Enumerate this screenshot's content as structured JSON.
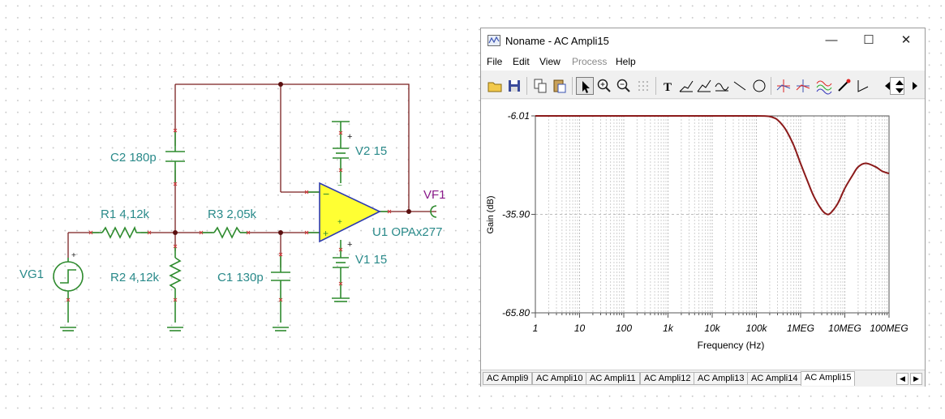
{
  "schematic": {
    "labels": {
      "c2": "C2 180p",
      "r1": "R1 4,12k",
      "r3": "R3 2,05k",
      "r2": "R2 4,12k",
      "c1": "C1 130p",
      "vg1": "VG1",
      "v2": "V2 15",
      "v1": "V1 15",
      "vf1": "VF1",
      "u1": "U1 OPAx277"
    }
  },
  "window": {
    "title": "Noname - AC Ampli15",
    "buttons": {
      "minimize": "—",
      "maximize": "☐",
      "close": "✕"
    },
    "menu": [
      "File",
      "Edit",
      "View",
      "Process",
      "Help"
    ],
    "menu_disabled": [
      "Process"
    ],
    "toolbar_icons": [
      "open-icon",
      "save-icon",
      "copy-icon",
      "paste-icon",
      "pointer-icon",
      "zoom-in-icon",
      "zoom-out-icon",
      "grid-icon",
      "text-icon",
      "cursor-a-icon",
      "cursor-b-icon",
      "label-icon",
      "line-icon",
      "circle-icon",
      "marker-a-icon",
      "marker-b-icon",
      "waveforms-icon",
      "probe-icon",
      "measure-icon",
      "scroll-left-icon",
      "scroll-updown-icon",
      "scroll-right-icon"
    ],
    "tabs": [
      "AC Ampli9",
      "AC Ampli10",
      "AC Ampli11",
      "AC Ampli12",
      "AC Ampli13",
      "AC Ampli14",
      "AC Ampli15"
    ],
    "active_tab": "AC Ampli15",
    "tab_nav": {
      "left": "◀",
      "right": "▶"
    }
  },
  "chart_data": {
    "type": "line",
    "xlabel": "Frequency (Hz)",
    "ylabel": "Gain (dB)",
    "x_scale": "log",
    "xlim": [
      1,
      100000000
    ],
    "ylim": [
      -65.8,
      -6.01
    ],
    "x_ticks": [
      {
        "value": 1,
        "label": "1"
      },
      {
        "value": 10,
        "label": "10"
      },
      {
        "value": 100,
        "label": "100"
      },
      {
        "value": 1000,
        "label": "1k"
      },
      {
        "value": 10000,
        "label": "10k"
      },
      {
        "value": 100000,
        "label": "100k"
      },
      {
        "value": 1000000,
        "label": "1MEG"
      },
      {
        "value": 10000000,
        "label": "10MEG"
      },
      {
        "value": 100000000,
        "label": "100MEG"
      }
    ],
    "y_ticks": [
      {
        "value": -6.01,
        "label": "-6.01"
      },
      {
        "value": -35.9,
        "label": "-35.90"
      },
      {
        "value": -65.8,
        "label": "-65.80"
      }
    ],
    "grid": true,
    "series": [
      {
        "color": "#8b1a1a",
        "x": [
          1,
          10,
          100,
          1000,
          10000,
          100000,
          150000,
          200000,
          250000,
          300000,
          400000,
          500000,
          700000,
          1000000,
          1500000,
          2000000,
          3000000,
          4000000,
          5000000,
          7000000,
          10000000,
          15000000,
          20000000,
          30000000,
          50000000,
          70000000,
          100000000
        ],
        "y": [
          -6.01,
          -6.01,
          -6.01,
          -6.01,
          -6.01,
          -6.01,
          -6.05,
          -6.2,
          -6.6,
          -7.2,
          -9.0,
          -11.0,
          -15.0,
          -20.5,
          -26.5,
          -30.5,
          -34.5,
          -35.9,
          -35.2,
          -32.5,
          -28.0,
          -24.0,
          -21.5,
          -20.4,
          -21.5,
          -22.8,
          -23.5
        ]
      }
    ]
  }
}
